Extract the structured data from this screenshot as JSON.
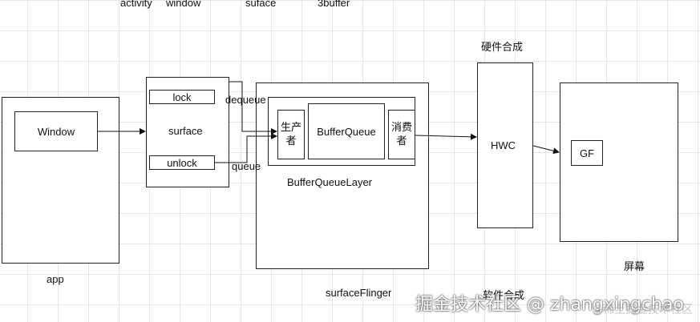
{
  "top_labels": {
    "activity": "activity",
    "window": "window",
    "suface": "suface",
    "buffer3": "3buffer"
  },
  "app": {
    "window_label": "Window",
    "caption": "app"
  },
  "surface": {
    "lock": "lock",
    "label": "surface",
    "unlock": "unlock"
  },
  "arrows": {
    "dequeue": "dequeue",
    "queue": "queue"
  },
  "surfaceflinger": {
    "producer": "生产者",
    "bufferqueue": "BufferQueue",
    "consumer": "消费者",
    "layer_label": "BufferQueueLayer",
    "caption": "surfaceFlinger"
  },
  "hwc": {
    "title": "硬件合成",
    "label": "HWC"
  },
  "screen": {
    "gf": "GF",
    "caption": "屏幕"
  },
  "soft_compose": "软件合成",
  "watermark": {
    "main": "掘金技术社区 @ zhangxingchao",
    "small": "@稀土掘金技术社区"
  }
}
